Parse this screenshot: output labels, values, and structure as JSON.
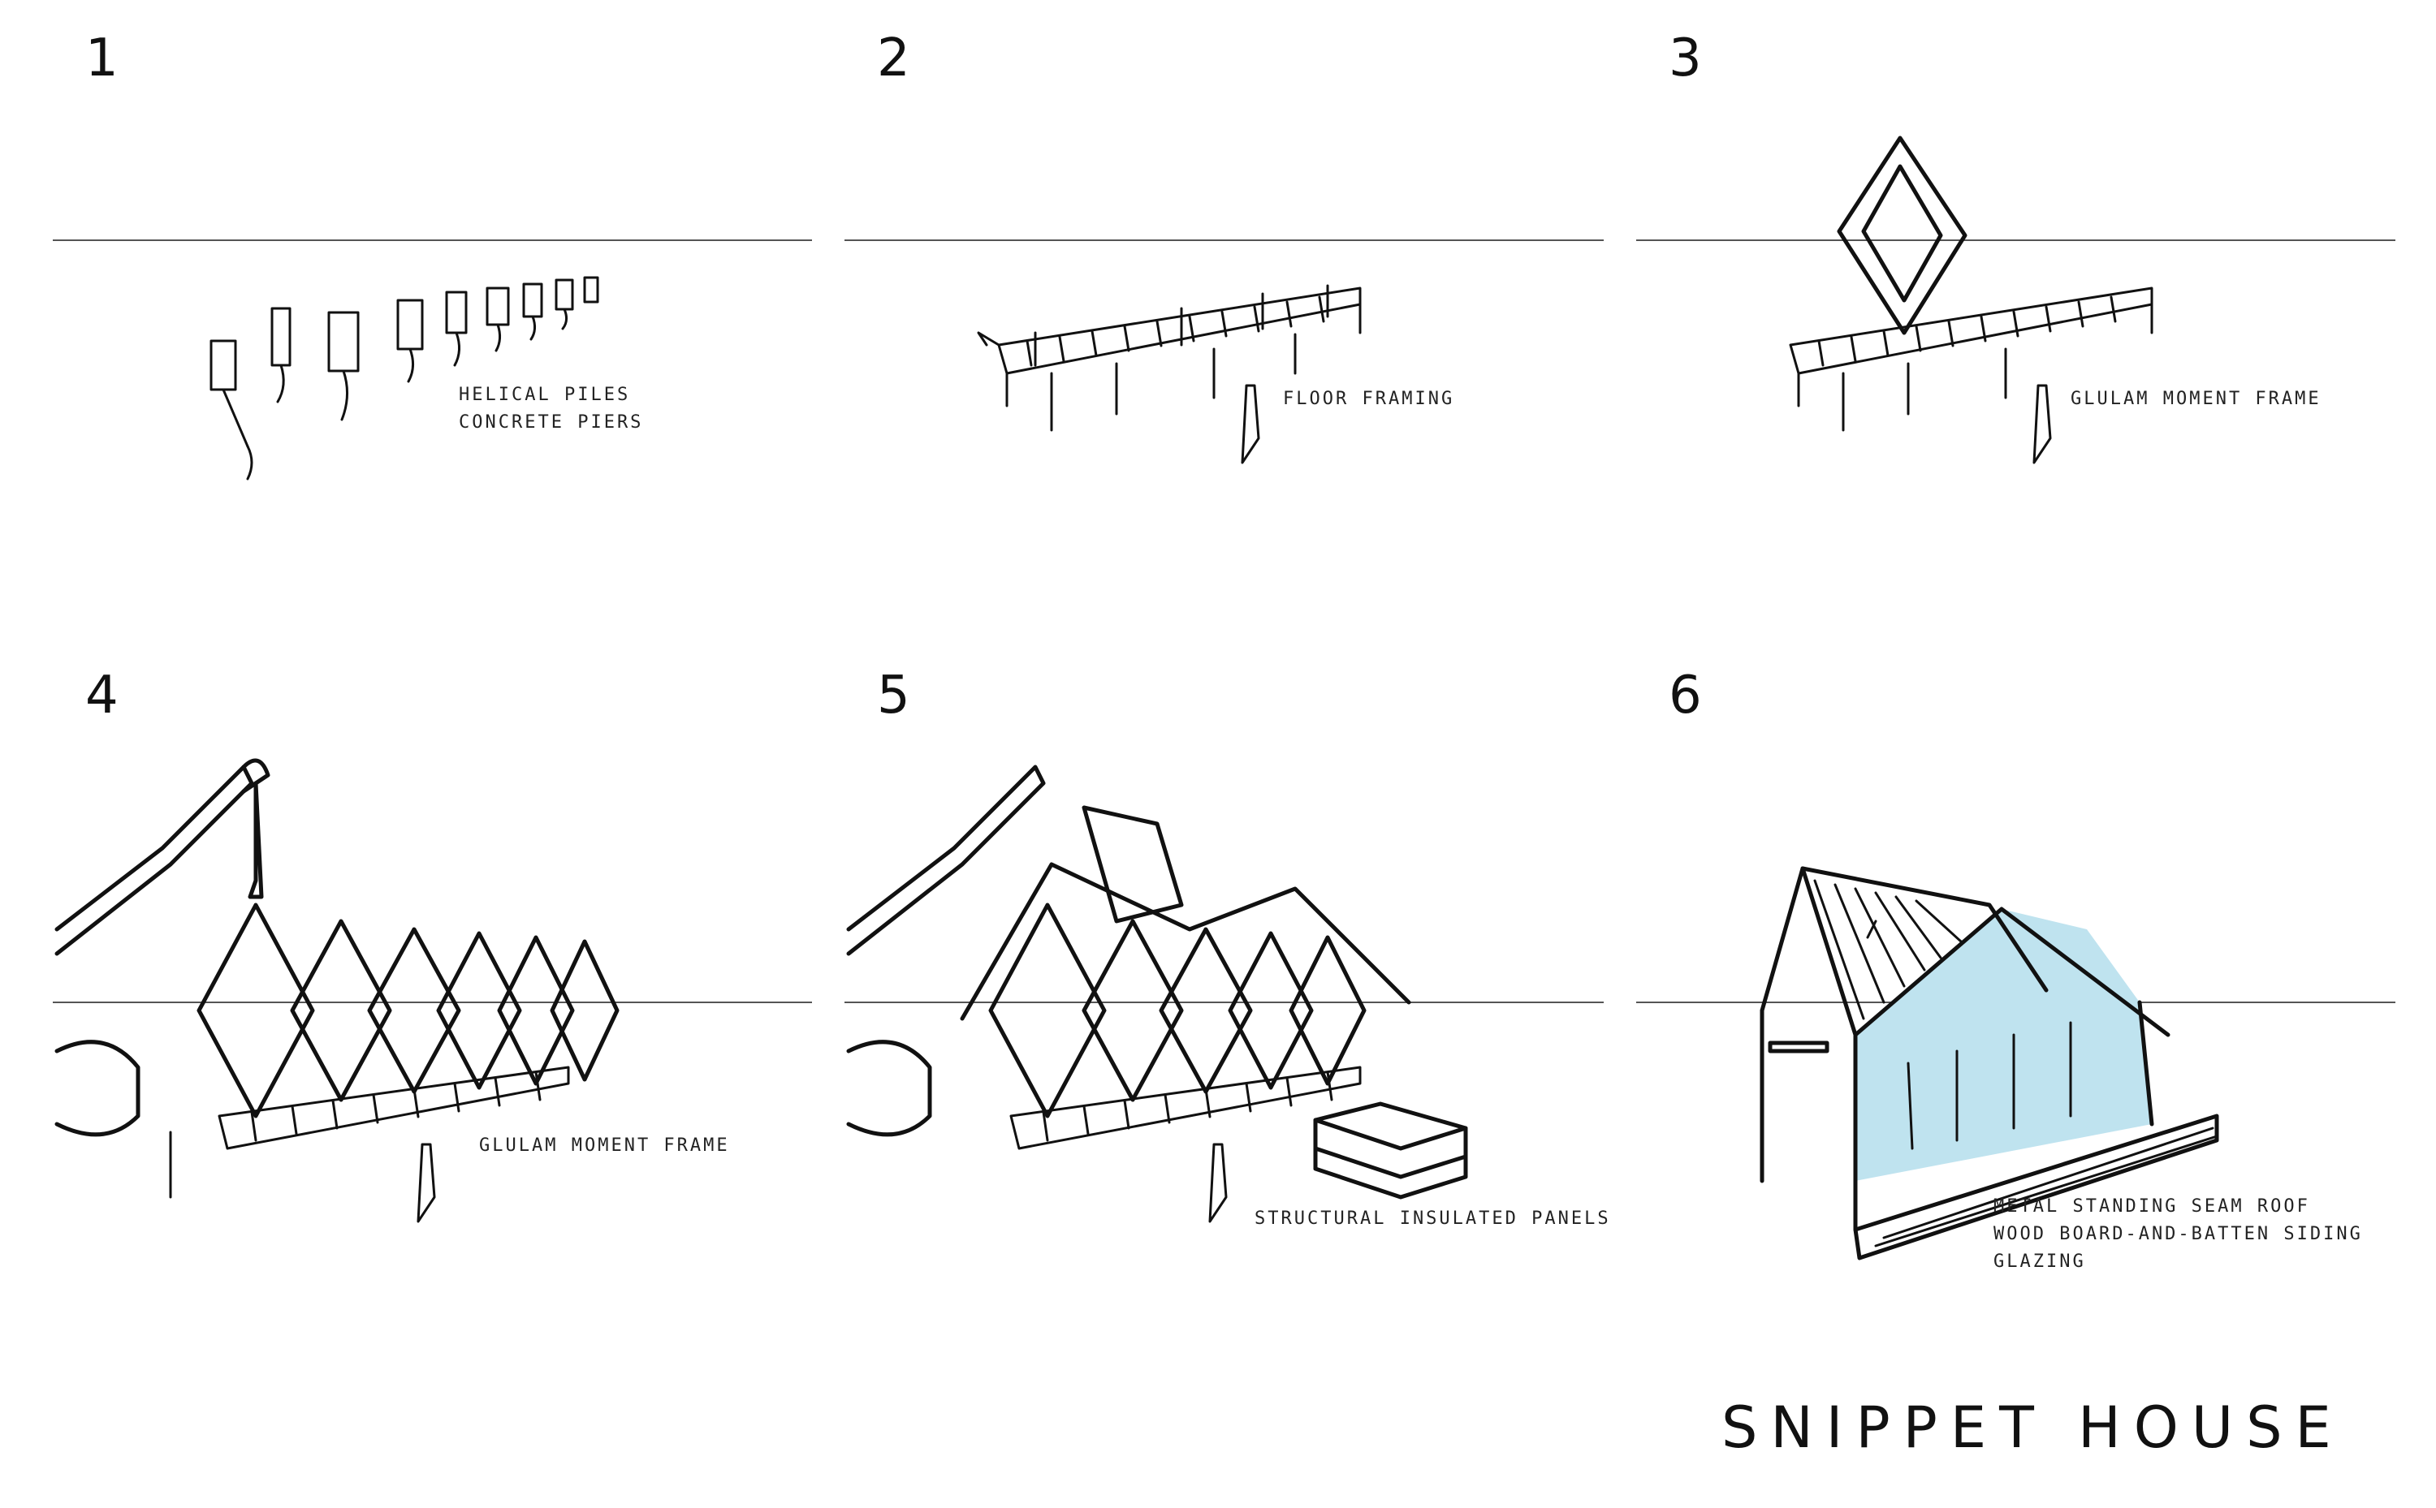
{
  "title": "SNIPPET HOUSE",
  "colors": {
    "ink": "#111111",
    "horizon": "#555555",
    "glazing": "#bfe3ef"
  },
  "steps": [
    {
      "number": "1",
      "notes": [
        "HELICAL PILES",
        "CONCRETE PIERS"
      ]
    },
    {
      "number": "2",
      "notes": [
        "FLOOR FRAMING"
      ]
    },
    {
      "number": "3",
      "notes": [
        "GLULAM MOMENT FRAME"
      ]
    },
    {
      "number": "4",
      "notes": [
        "GLULAM MOMENT FRAME"
      ]
    },
    {
      "number": "5",
      "notes": [
        "STRUCTURAL INSULATED PANELS"
      ]
    },
    {
      "number": "6",
      "notes": [
        "METAL STANDING SEAM ROOF",
        "WOOD BOARD-AND-BATTEN SIDING",
        "GLAZING"
      ]
    }
  ]
}
